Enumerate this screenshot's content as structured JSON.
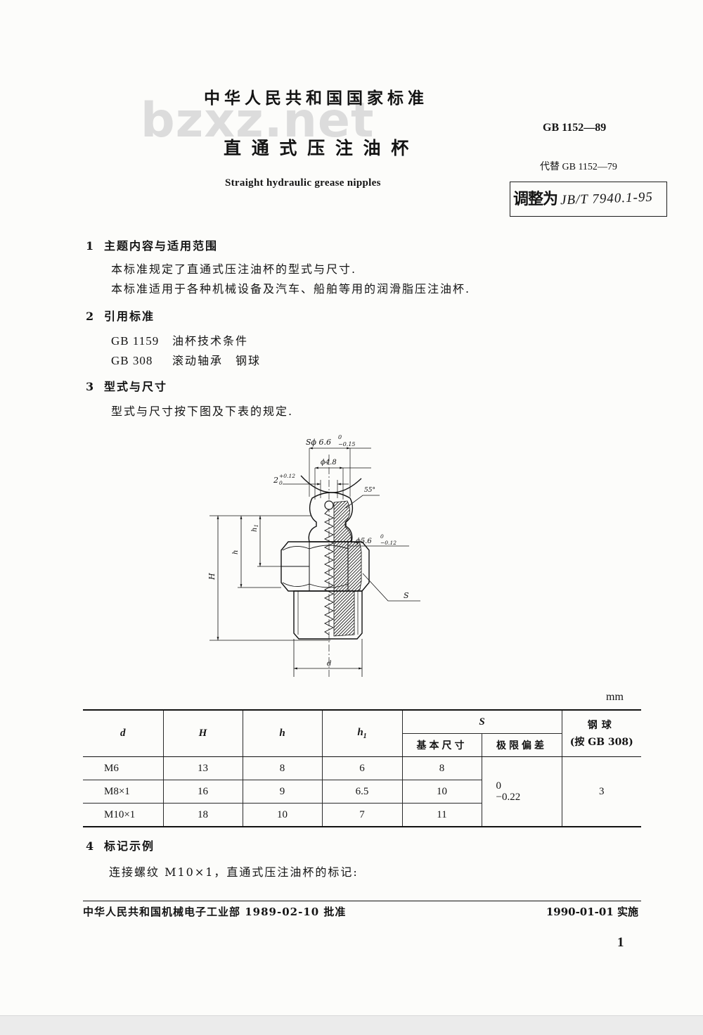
{
  "header": {
    "org_title": "中华人民共和国国家标准",
    "watermark": "bzxz.net",
    "standard_number": "GB 1152—89",
    "title_cn": "直 通 式 压 注 油 杯",
    "replaces": "代替 GB 1152—79",
    "title_en": "Straight hydraulic grease nipples",
    "handwritten_note": {
      "prefix": "调整为",
      "code": "JB/T 7940.1-95"
    }
  },
  "section1": {
    "number": "1",
    "heading": "主题内容与适用范围",
    "paragraphs": [
      "本标准规定了直通式压注油杯的型式与尺寸.",
      "本标准适用于各种机械设备及汽车、船舶等用的润滑脂压注油杯."
    ]
  },
  "section2": {
    "number": "2",
    "heading": "引用标准",
    "references": [
      {
        "code": "GB 1159",
        "title": "油杯技术条件"
      },
      {
        "code": "GB 308",
        "title": "滚动轴承　钢球"
      }
    ]
  },
  "section3": {
    "number": "3",
    "heading": "型式与尺寸",
    "paragraph": "型式与尺寸按下图及下表的规定."
  },
  "figure": {
    "sphere_dia": {
      "main": "Sϕ 6.6",
      "upper": "0",
      "lower": "−0.15"
    },
    "bore_dia": "ϕ4.8",
    "hole_dia": {
      "main": "2",
      "upper": "+0.12",
      "lower": "0"
    },
    "cone_angle": "55°",
    "neck_dia": {
      "main": "ϕ5.6",
      "upper": "0",
      "lower": "−0.12"
    },
    "hex_size": "S",
    "total_height": "H",
    "height_h": "h",
    "height_h1": {
      "main": "h",
      "sub": "1"
    },
    "thread": "d"
  },
  "table": {
    "unit": "mm",
    "headers": {
      "d": "d",
      "H": "H",
      "h": "h",
      "h1_main": "h",
      "h1_sub": "1",
      "S": "S",
      "S_basic": "基本尺寸",
      "S_tol": "极限偏差",
      "ball_line1": "钢球",
      "ball_line2": "(按 GB 308)"
    },
    "rows": [
      {
        "d": "M6",
        "H": "13",
        "h": "8",
        "h1": "6",
        "S": "8"
      },
      {
        "d": "M8×1",
        "H": "16",
        "h": "9",
        "h1": "6.5",
        "S": "10"
      },
      {
        "d": "M10×1",
        "H": "18",
        "h": "10",
        "h1": "7",
        "S": "11"
      }
    ],
    "tolerance": {
      "upper": "0",
      "lower": "−0.22"
    },
    "ball": "3"
  },
  "section4": {
    "number": "4",
    "heading": "标记示例",
    "paragraph": "连接螺纹 M10×1，直通式压注油杯的标记:"
  },
  "footer": {
    "approval": "中华人民共和国机械电子工业部 1989-02-10 批准",
    "implementation": "1990-01-01 实施",
    "page_number": "1"
  }
}
